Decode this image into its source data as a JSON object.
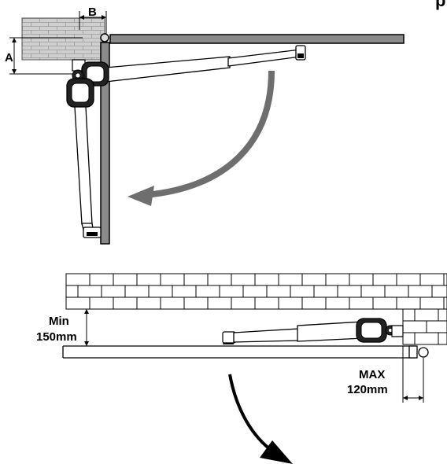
{
  "top_diagram": {
    "label_a": "A",
    "label_b": "B"
  },
  "bottom_diagram": {
    "min_label_line1": "Min",
    "min_label_line2": "150mm",
    "max_label_line1": "MAX",
    "max_label_line2": "120mm"
  },
  "colors": {
    "arrow": "#6e6e6e",
    "wall_fill": "#bdbdbd",
    "gate_bar": "#7a7a7a",
    "line": "#000000"
  }
}
